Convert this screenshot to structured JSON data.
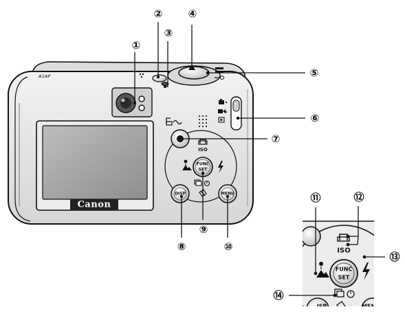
{
  "brand_text": "Canon",
  "model_text": "A1AF",
  "button_labels": {
    "func_top": "FUNC",
    "func_bottom": "SET",
    "iso": "ISO",
    "disp": "DISP",
    "menu": "MENU"
  },
  "callouts": [
    "①",
    "②",
    "③",
    "④",
    "⑤",
    "⑥",
    "⑦",
    "⑧",
    "⑨",
    "⑩",
    "⑪",
    "⑫",
    "⑬",
    "⑭"
  ],
  "icons": [
    "print-share-icon",
    "macro-icon",
    "landscape-icon",
    "flash-icon",
    "continuous-icon",
    "self-timer-icon",
    "erase-icon",
    "microphone-icon",
    "camera-mode-icon",
    "movie-mode-icon",
    "playback-mode-icon"
  ],
  "colors": {
    "body": "#e6e6e6",
    "outline": "#111111",
    "screen": "#a8a8a8",
    "brand_plate": "#222222"
  }
}
